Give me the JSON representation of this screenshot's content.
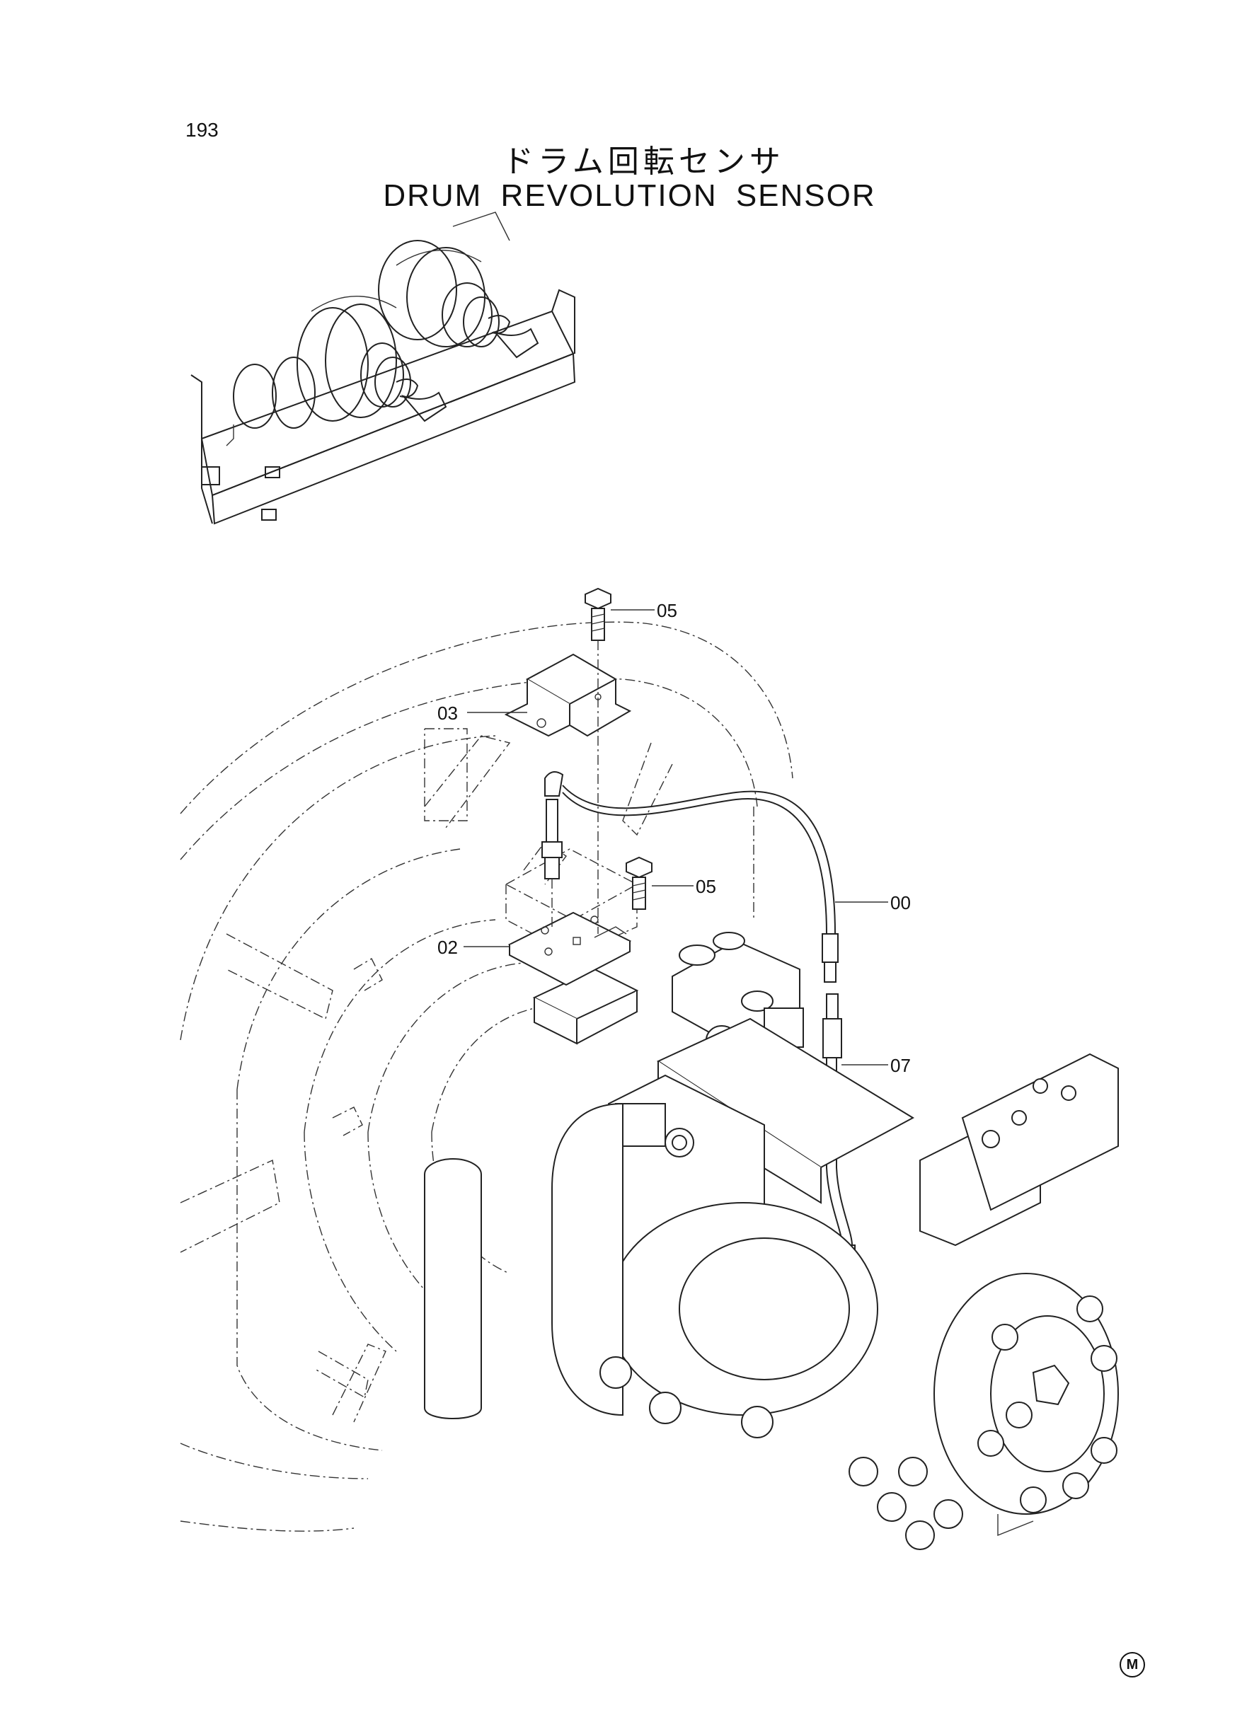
{
  "page_number": "193",
  "title_japanese": "ドラム回転センサ",
  "title_english": "DRUM REVOLUTION SENSOR",
  "callouts": [
    {
      "id": "bolt-top",
      "label": "05"
    },
    {
      "id": "bracket",
      "label": "03"
    },
    {
      "id": "bolt-mid",
      "label": "05"
    },
    {
      "id": "sensor-cable",
      "label": "00"
    },
    {
      "id": "plate",
      "label": "02"
    },
    {
      "id": "harness",
      "label": "07"
    }
  ],
  "corner_mark": "M"
}
